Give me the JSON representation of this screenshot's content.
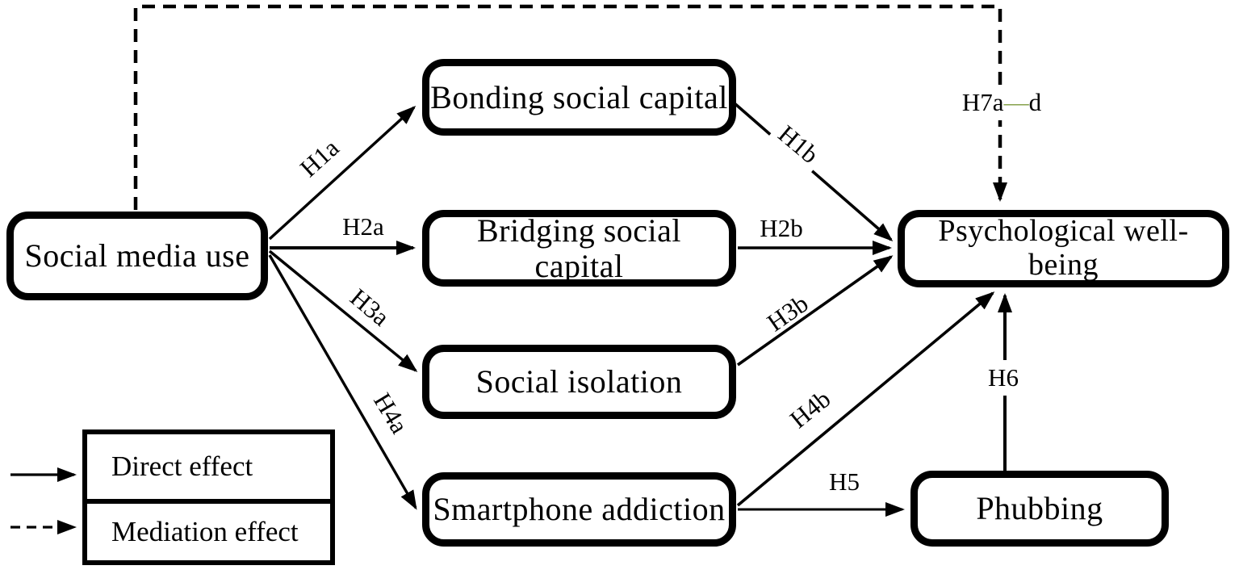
{
  "figure": {
    "type": "path-model-diagram",
    "background": "#ffffff",
    "colors": {
      "line": "#000000",
      "box_border": "#000000",
      "text": "#000000",
      "h7_dash_accent": "#86a24c"
    },
    "nodes": {
      "social_media_use": {
        "label": "Social media use"
      },
      "bonding": {
        "label": "Bonding social capital"
      },
      "bridging": {
        "label": "Bridging social capital"
      },
      "isolation": {
        "label": "Social isolation"
      },
      "smartphone": {
        "label": "Smartphone addiction"
      },
      "pwb": {
        "label": "Psychological well-being"
      },
      "phubbing": {
        "label": "Phubbing"
      }
    },
    "edges": {
      "h1a": {
        "label": "H1a",
        "from": "Social media use",
        "to": "Bonding social capital",
        "style": "solid"
      },
      "h2a": {
        "label": "H2a",
        "from": "Social media use",
        "to": "Bridging social capital",
        "style": "solid"
      },
      "h3a": {
        "label": "H3a",
        "from": "Social media use",
        "to": "Social isolation",
        "style": "solid"
      },
      "h4a": {
        "label": "H4a",
        "from": "Social media use",
        "to": "Smartphone addiction",
        "style": "solid"
      },
      "h1b": {
        "label": "H1b",
        "from": "Bonding social capital",
        "to": "Psychological well-being",
        "style": "solid"
      },
      "h2b": {
        "label": "H2b",
        "from": "Bridging social capital",
        "to": "Psychological well-being",
        "style": "solid"
      },
      "h3b": {
        "label": "H3b",
        "from": "Social isolation",
        "to": "Psychological well-being",
        "style": "solid"
      },
      "h4b": {
        "label": "H4b",
        "from": "Smartphone addiction",
        "to": "Psychological well-being",
        "style": "solid"
      },
      "h5": {
        "label": "H5",
        "from": "Smartphone addiction",
        "to": "Phubbing",
        "style": "solid"
      },
      "h6": {
        "label": "H6",
        "from": "Phubbing",
        "to": "Psychological well-being",
        "style": "solid"
      },
      "h7": {
        "label": "H7a—d",
        "label_prefix": "H7a",
        "label_dash": "—",
        "label_suffix": "d",
        "from": "Social media use",
        "to": "Psychological well-being",
        "style": "dashed"
      }
    },
    "legend": {
      "direct_label": "Direct effect",
      "mediation_label": "Mediation effect"
    }
  }
}
